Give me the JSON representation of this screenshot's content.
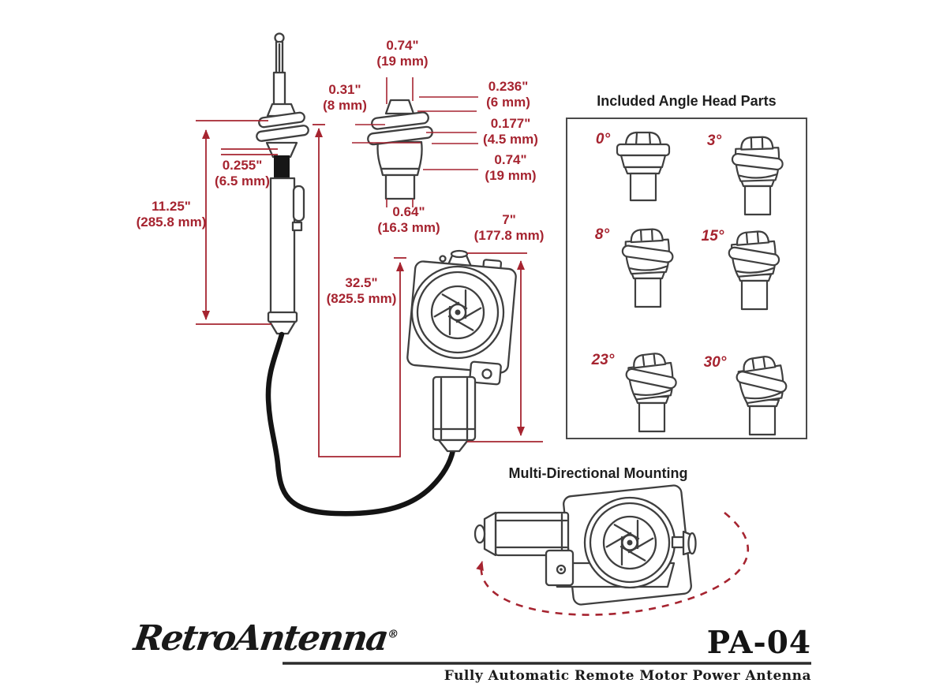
{
  "palette": {
    "dimension_red": "#a62430",
    "line_ink": "#3f3f3f",
    "text_black": "#1b1b1b"
  },
  "dim_labels": {
    "tip_diameter": {
      "inches": "0.74\"",
      "metric": "(19 mm)"
    },
    "collar_offset": {
      "inches": "0.31\"",
      "metric": "(8 mm)"
    },
    "upper_thread": {
      "inches": "0.236\"",
      "metric": "(6 mm)"
    },
    "lower_thread": {
      "inches": "0.177\"",
      "metric": "(4.5 mm)"
    },
    "head_body": {
      "inches": "0.74\"",
      "metric": "(19 mm)"
    },
    "head_base": {
      "inches": "0.64\"",
      "metric": "(16.3 mm)"
    },
    "mast_tube": {
      "inches": "0.255\"",
      "metric": "(6.5 mm)"
    },
    "mast_length": {
      "inches": "11.25\"",
      "metric": "(285.8 mm)"
    },
    "overall_length": {
      "inches": "32.5\"",
      "metric": "(825.5 mm)"
    },
    "motor_section": {
      "inches": "7\"",
      "metric": "(177.8 mm)"
    }
  },
  "angle_panel": {
    "title": "Included Angle Head Parts",
    "angles": [
      {
        "label": "0°",
        "degrees": 0
      },
      {
        "label": "3°",
        "degrees": 3
      },
      {
        "label": "8°",
        "degrees": 8
      },
      {
        "label": "15°",
        "degrees": 15
      },
      {
        "label": "23°",
        "degrees": 23
      },
      {
        "label": "30°",
        "degrees": 30
      }
    ]
  },
  "mounting": {
    "title": "Multi-Directional Mounting"
  },
  "footer": {
    "brand": "RetroAntenna",
    "registered_mark": "®",
    "model": "PA-04",
    "tagline": "Fully Automatic Remote Motor Power Antenna"
  }
}
